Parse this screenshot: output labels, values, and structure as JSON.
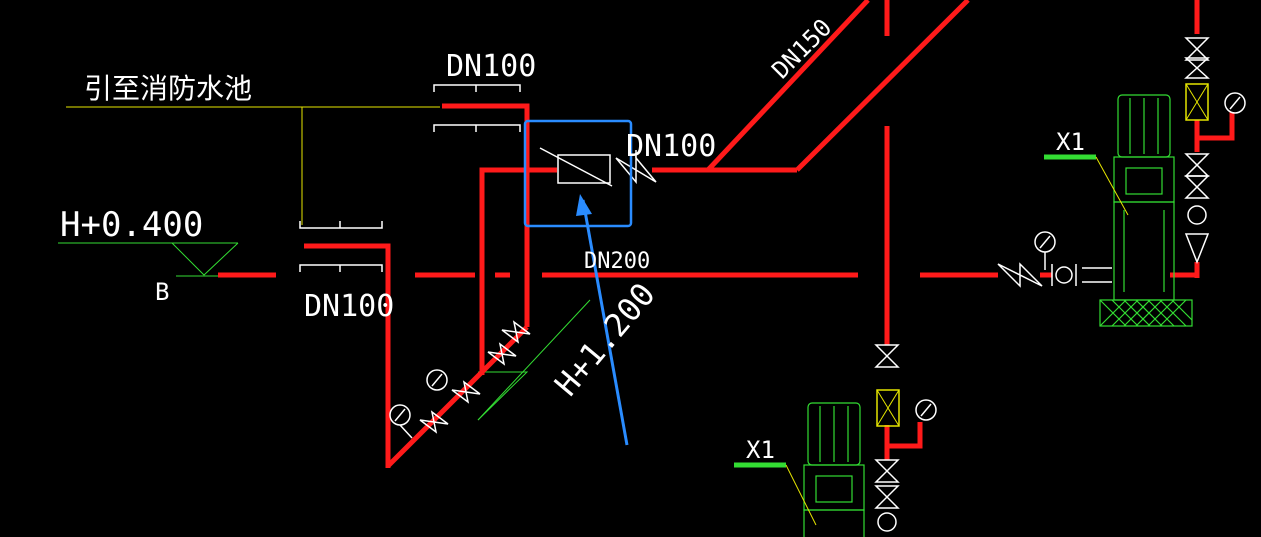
{
  "labels": {
    "to_pool": "引至消防水池",
    "elev_left": "H+0.400",
    "elev_left_point": "B",
    "dn100_top": "DN100",
    "dn100_bottom": "DN100",
    "dn100_right": "DN100",
    "dn150": "DN150",
    "dn200": "DN200",
    "elev_diag": "H+1.200",
    "pump_tag_1": "X1",
    "pump_tag_2": "X1"
  },
  "colors": {
    "background": "#000000",
    "pipe": "#ff1a1a",
    "annotation": "#ffffff",
    "leader_yellow": "#e6e600",
    "equipment_green": "#33dd33",
    "selection_box": "#2a8cff",
    "arrow": "#2a8cff"
  },
  "icons": [
    "gate-valve-icon",
    "check-valve-icon",
    "pressure-gauge-icon",
    "flexible-joint-icon",
    "pump-icon",
    "filter-icon"
  ]
}
